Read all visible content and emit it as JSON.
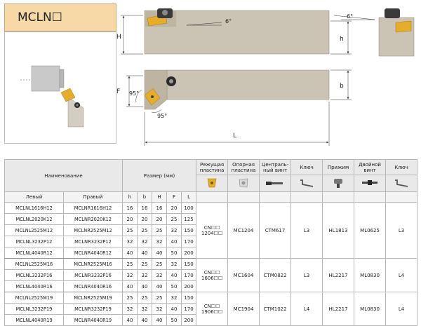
{
  "header": {
    "title": "MCLN☐"
  },
  "diagram": {
    "dim_labels": [
      "H",
      "h",
      "F",
      "b",
      "L"
    ],
    "angles": [
      "6°",
      "6°",
      "95°",
      "95°"
    ]
  },
  "table": {
    "col_name": "Наименование",
    "col_left": "Левый",
    "col_right": "Правый",
    "col_size": "Размер (мм)",
    "size_cols": [
      "h",
      "b",
      "H",
      "F",
      "L"
    ],
    "col_insert": "Режущая пластина",
    "col_support": "Опорная пластина",
    "col_screw": "Централь-ный винт",
    "col_key1": "Ключ",
    "col_clamp": "Прижим",
    "col_dscrew": "Двойной винт",
    "col_key2": "Ключ",
    "rows": [
      {
        "left": "MCLNL1616H12",
        "right": "MCLNR1616H12",
        "h": "16",
        "b": "16",
        "H": "16",
        "F": "20",
        "L": "100"
      },
      {
        "left": "MCLNL2020K12",
        "right": "MCLNR2020K12",
        "h": "20",
        "b": "20",
        "H": "20",
        "F": "25",
        "L": "125"
      },
      {
        "left": "MCLNL2525M12",
        "right": "MCLNR2525M12",
        "h": "25",
        "b": "25",
        "H": "25",
        "F": "32",
        "L": "150"
      },
      {
        "left": "MCLNL3232P12",
        "right": "MCLNR3232P12",
        "h": "32",
        "b": "32",
        "H": "32",
        "F": "40",
        "L": "170"
      },
      {
        "left": "MCLNL4040R12",
        "right": "MCLNR4040R12",
        "h": "40",
        "b": "40",
        "H": "40",
        "F": "50",
        "L": "200"
      },
      {
        "left": "MCLNL2525M16",
        "right": "MCLNR2525M16",
        "h": "25",
        "b": "25",
        "H": "25",
        "F": "32",
        "L": "150"
      },
      {
        "left": "MCLNL3232P16",
        "right": "MCLNR3232P16",
        "h": "32",
        "b": "32",
        "H": "32",
        "F": "40",
        "L": "170"
      },
      {
        "left": "MCLNL4040R16",
        "right": "MCLNR4040R16",
        "h": "40",
        "b": "40",
        "H": "40",
        "F": "50",
        "L": "200"
      },
      {
        "left": "MCLNL2525M19",
        "right": "MCLNR2525M19",
        "h": "25",
        "b": "25",
        "H": "25",
        "F": "32",
        "L": "150"
      },
      {
        "left": "MCLNL3232P19",
        "right": "MCLNR3232P19",
        "h": "32",
        "b": "32",
        "H": "32",
        "F": "40",
        "L": "170"
      },
      {
        "left": "MCLNL4040R19",
        "right": "MCLNR4040R19",
        "h": "40",
        "b": "40",
        "H": "40",
        "F": "50",
        "L": "200"
      }
    ],
    "groups": [
      {
        "insert": "CN☐☐ 1204☐☐",
        "support": "MC1204",
        "screw": "CTM617",
        "key1": "L3",
        "clamp": "HL1813",
        "dscrew": "ML0625",
        "key2": "L3"
      },
      {
        "insert": "CN☐☐ 1606☐☐",
        "support": "MC1604",
        "screw": "CTM0822",
        "key1": "L3",
        "clamp": "HL2217",
        "dscrew": "ML0830",
        "key2": "L4"
      },
      {
        "insert": "CN☐☐ 1906☐☐",
        "support": "MC1904",
        "screw": "CTM1022",
        "key1": "L4",
        "clamp": "HL2217",
        "dscrew": "ML0830",
        "key2": "L4"
      }
    ]
  },
  "colors": {
    "title_bg": "#f7d9a8",
    "body": "#cbc3b3",
    "insert": "#e6ad2a",
    "header_bg": "#e9e9e9"
  }
}
